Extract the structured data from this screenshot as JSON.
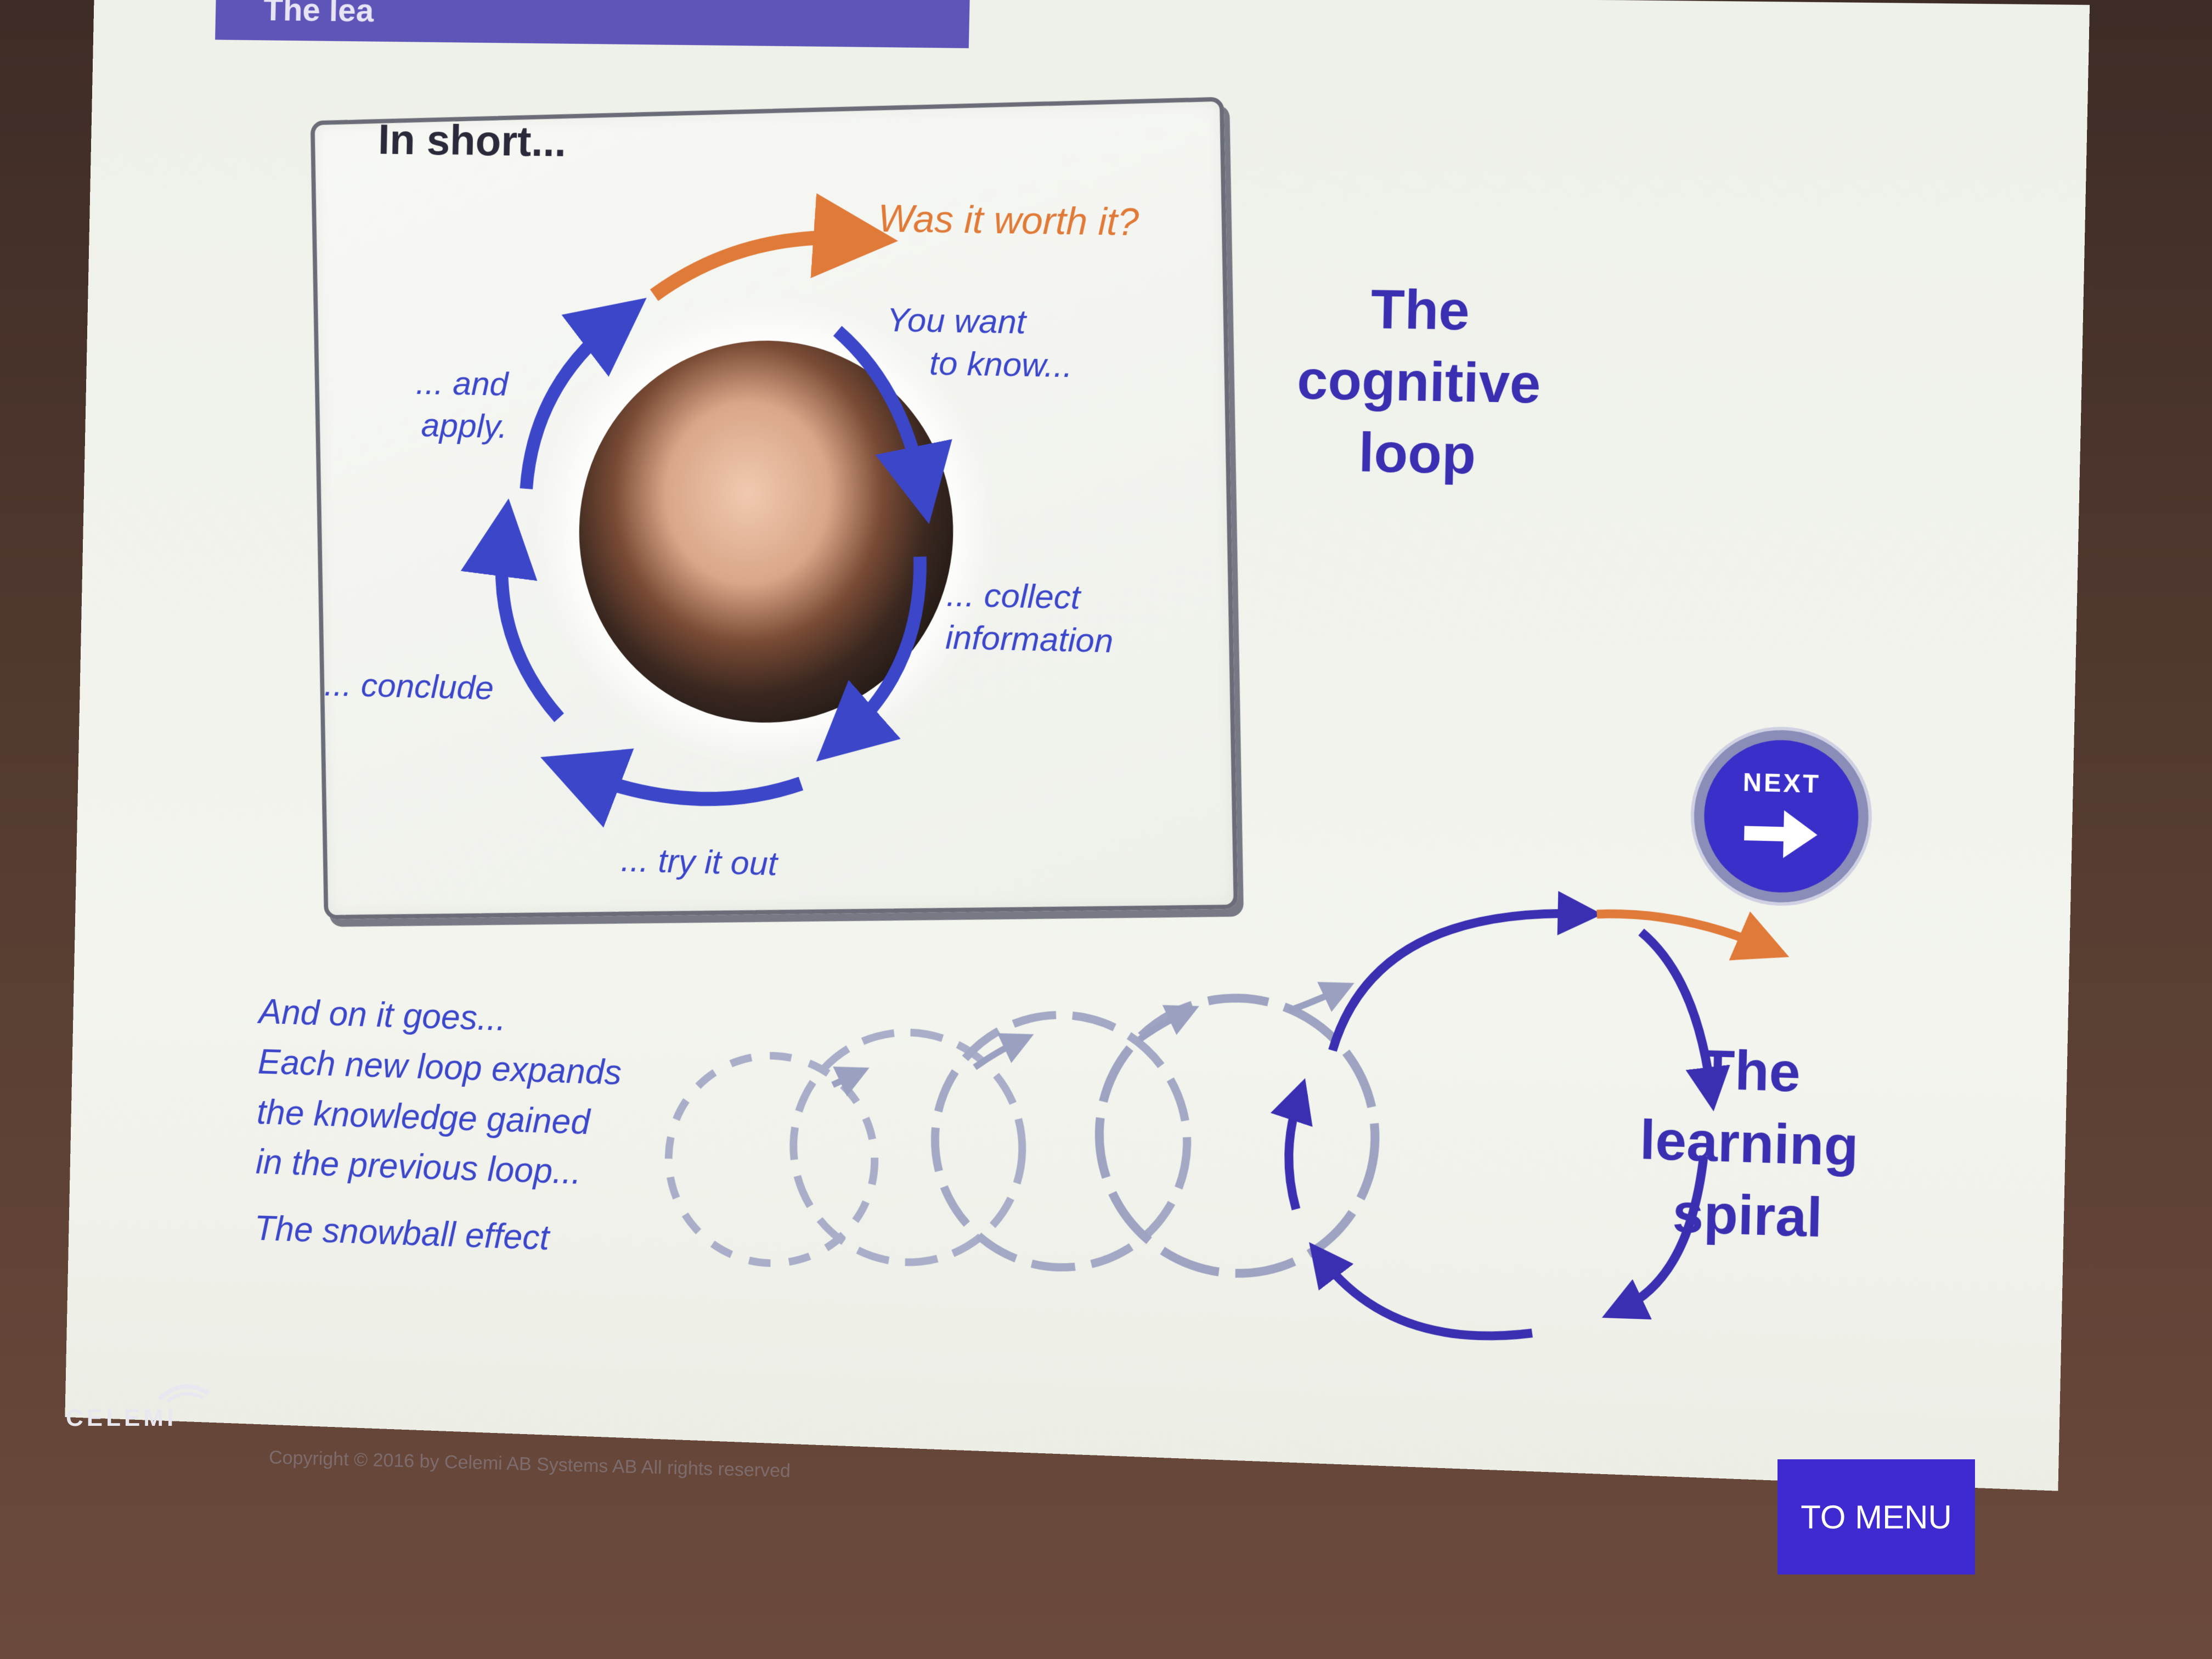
{
  "slide": {
    "title_partial": "The lea",
    "in_short": "In short...",
    "cognitive_loop": {
      "heading": [
        "The",
        "cognitive",
        "loop"
      ],
      "labels": {
        "worth": "Was it worth it?",
        "want": [
          "You want",
          "to know..."
        ],
        "collect": [
          "... collect",
          "information"
        ],
        "try": "... try it out",
        "conclude": "... conclude",
        "apply": [
          "... and",
          "apply."
        ]
      }
    },
    "spiral": {
      "text_lines": [
        "And on it goes...",
        "Each new loop expands",
        "the knowledge gained",
        "in the previous loop..."
      ],
      "snowball": "The snowball effect",
      "heading": [
        "The",
        "learning",
        "spiral"
      ]
    },
    "next_button": "NEXT",
    "to_menu_button": "TO MENU",
    "logo": "CELEMI",
    "copyright": "Copyright © 2016 by Celemi AB Systems AB All rights reserved"
  },
  "colors": {
    "accent_blue": "#3b46c9",
    "accent_purple": "#3a2fb0",
    "accent_orange": "#e07a38",
    "title_bar": "#5f55b8"
  },
  "icons": {
    "next": "arrow-right-icon",
    "logo": "celemi-swirl-icon"
  }
}
